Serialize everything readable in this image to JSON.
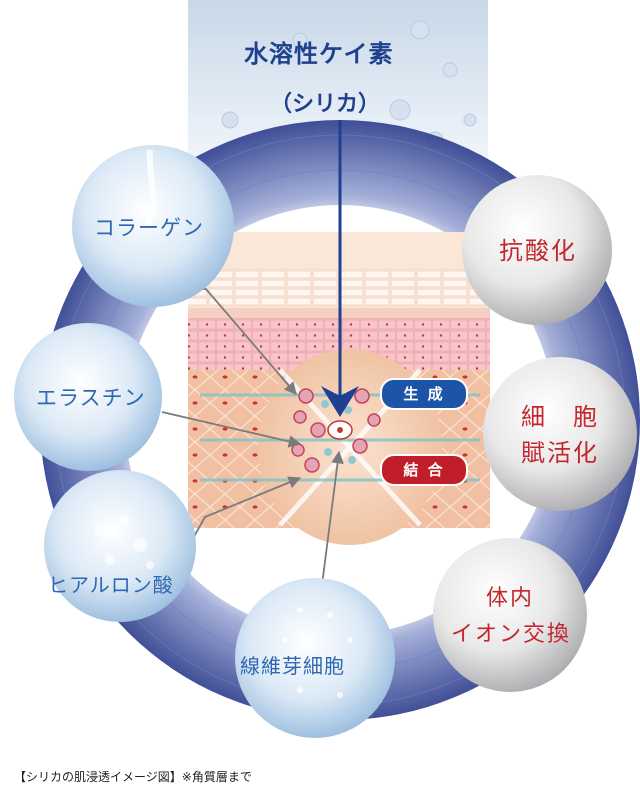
{
  "title": {
    "line1": "水溶性ケイ素",
    "line2": "（シリカ）"
  },
  "ingredients": {
    "collagen": "コラーゲン",
    "elastin": "エラスチン",
    "hyaluronic": "ヒアルロン酸",
    "fibroblast": "線維芽細胞"
  },
  "badges": {
    "generate": "生 成",
    "bind": "結 合"
  },
  "effects": {
    "antioxidant": "抗酸化",
    "cell_line1": "細　胞",
    "cell_line2": "賦活化",
    "ion_line1": "体内",
    "ion_line2": "イオン交換"
  },
  "caption": "【シリカの肌浸透イメージ図】※角質層まで",
  "colors": {
    "navy": "#1f3f8f",
    "label_blue": "#2f68b0",
    "label_red": "#c3262c",
    "badge_blue": "#1c55a8",
    "badge_red": "#c01f2a",
    "ring": "#3a4f9e"
  }
}
